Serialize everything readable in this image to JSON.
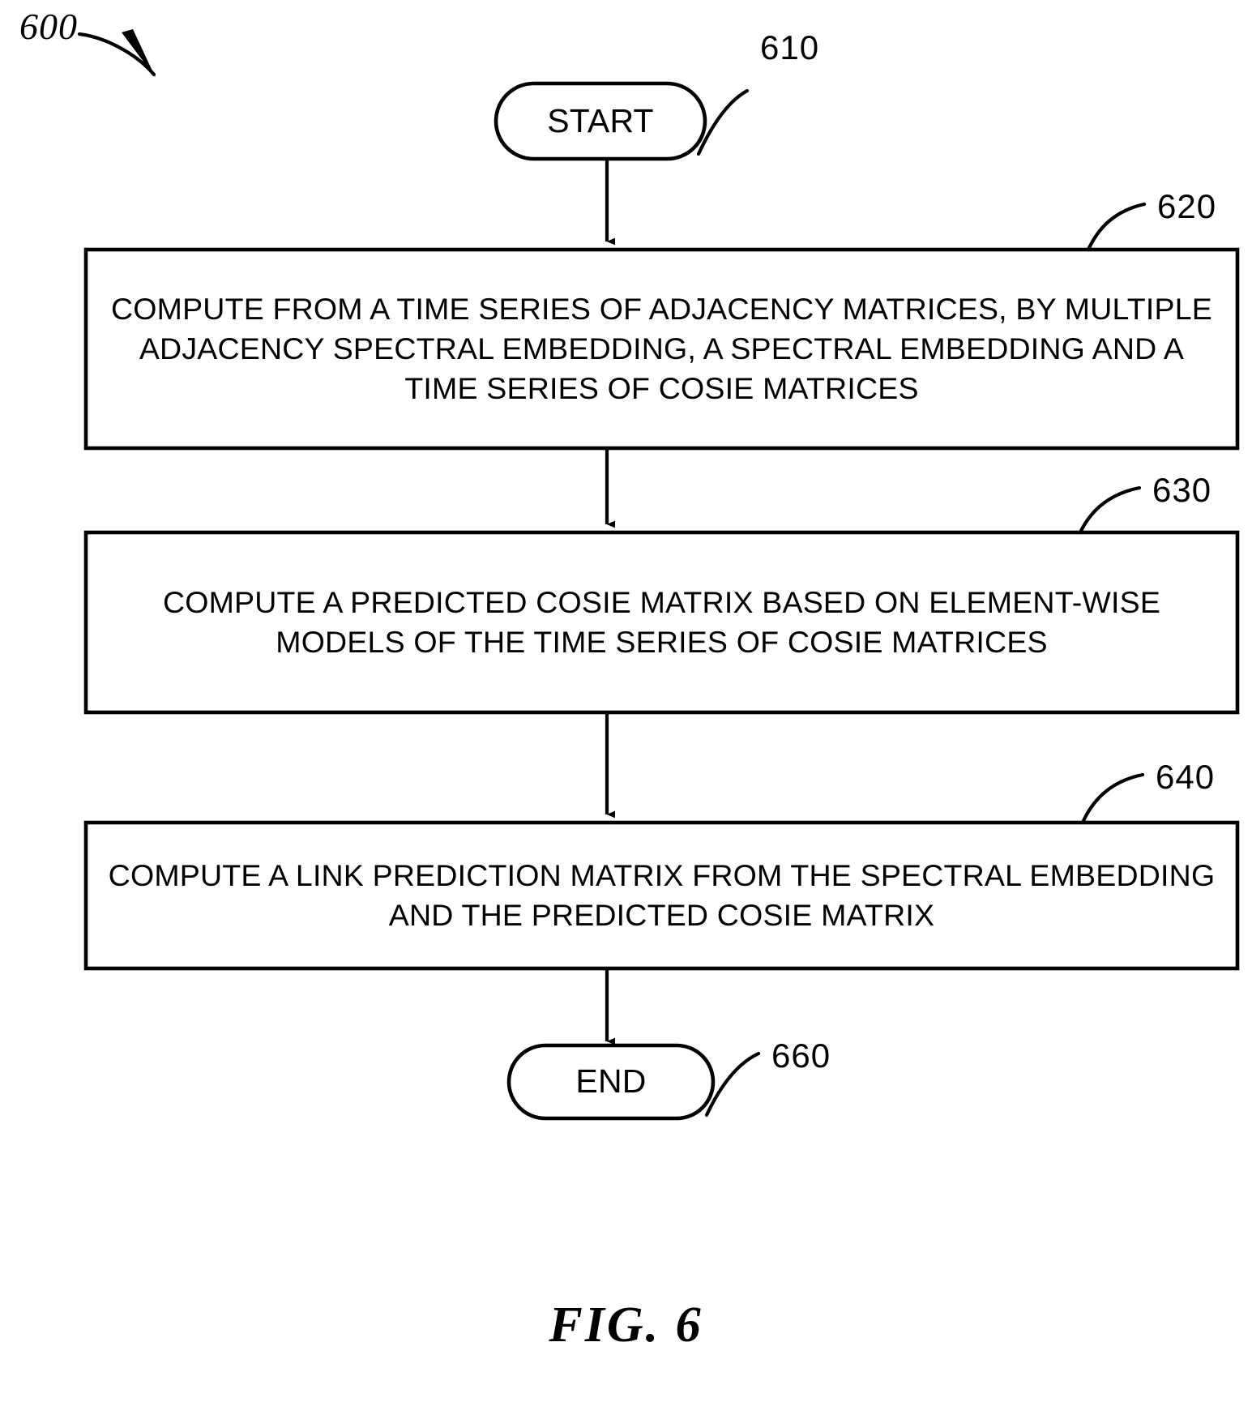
{
  "figure": {
    "number_label": "600",
    "caption": "FIG. 6",
    "background_color": "#ffffff",
    "stroke_color": "#000000"
  },
  "flowchart": {
    "type": "flowchart",
    "orientation": "top-to-bottom",
    "nodes": [
      {
        "id": "start",
        "shape": "stadium",
        "label": "START",
        "ref": "610"
      },
      {
        "id": "step-620",
        "shape": "rectangle",
        "label": "COMPUTE FROM A TIME SERIES OF ADJACENCY MATRICES, BY MULTIPLE ADJACENCY SPECTRAL EMBEDDING, A SPECTRAL EMBEDDING AND A TIME SERIES OF COSIE MATRICES",
        "ref": "620"
      },
      {
        "id": "step-630",
        "shape": "rectangle",
        "label": "COMPUTE A PREDICTED COSIE MATRIX BASED ON ELEMENT-WISE MODELS OF THE TIME SERIES OF COSIE MATRICES",
        "ref": "630"
      },
      {
        "id": "step-640",
        "shape": "rectangle",
        "label": "COMPUTE A LINK PREDICTION MATRIX FROM THE SPECTRAL EMBEDDING AND THE PREDICTED COSIE MATRIX",
        "ref": "640"
      },
      {
        "id": "end",
        "shape": "stadium",
        "label": "END",
        "ref": "660"
      }
    ],
    "edges": [
      {
        "from": "start",
        "to": "step-620",
        "arrow": "filled-triangle"
      },
      {
        "from": "step-620",
        "to": "step-630",
        "arrow": "filled-triangle"
      },
      {
        "from": "step-630",
        "to": "step-640",
        "arrow": "filled-triangle"
      },
      {
        "from": "step-640",
        "to": "end",
        "arrow": "filled-triangle"
      }
    ],
    "reference_numerals": [
      "600",
      "610",
      "620",
      "630",
      "640",
      "660"
    ]
  }
}
